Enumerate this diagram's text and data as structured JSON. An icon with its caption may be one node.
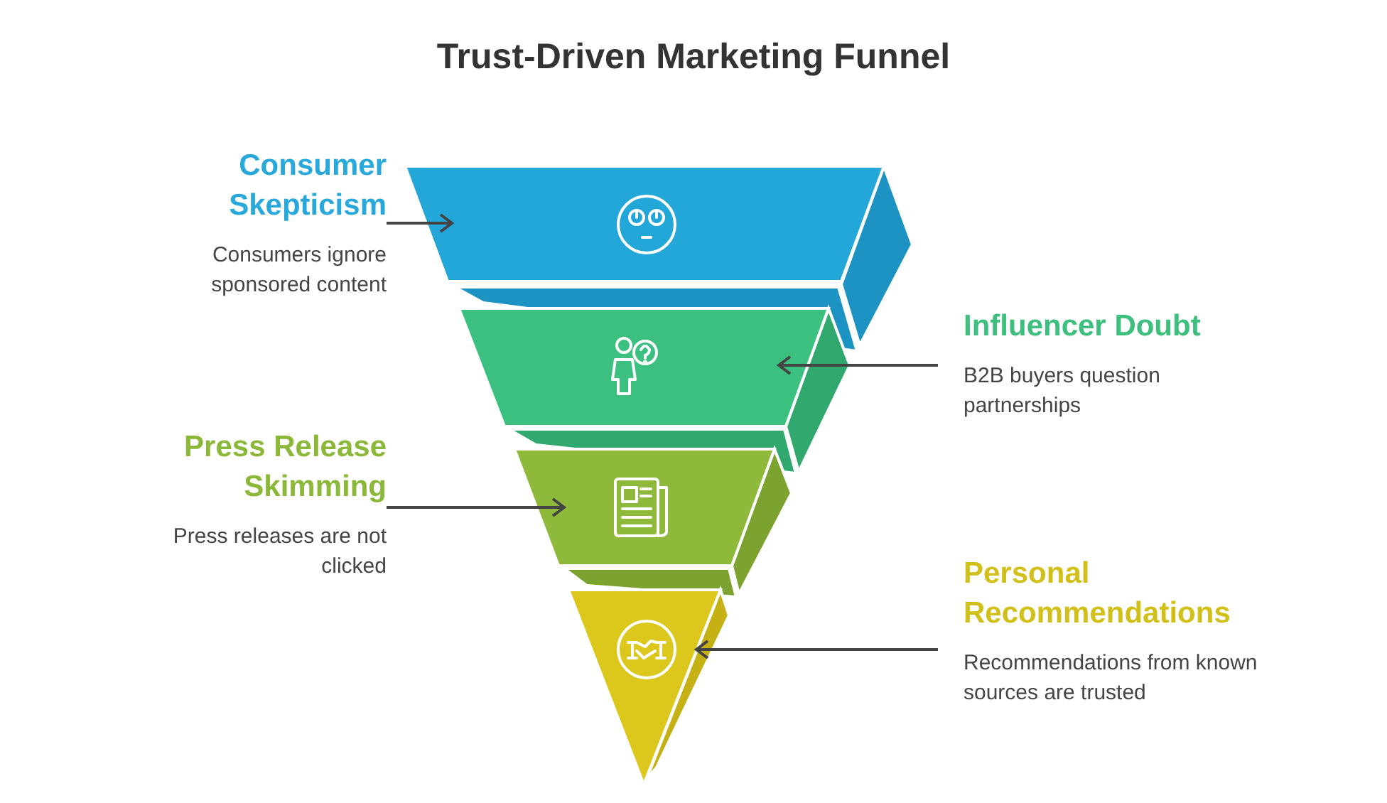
{
  "diagram": {
    "title": "Trust-Driven Marketing Funnel",
    "nodes": [
      {
        "text": [
          "Consumer Skepticism",
          "Consumers ignore sponsored content"
        ]
      },
      {
        "text": [
          "Influencer Doubt",
          "B2B buyers question partnerships"
        ]
      },
      {
        "text": [
          "Press Release Skimming",
          "Press releases are not clicked"
        ]
      },
      {
        "text": [
          "Personal Recommendations",
          "Recommendations from known sources are trusted"
        ]
      },
      {
        "text": [],
        "shape": "trapezoid"
      },
      {
        "text": [],
        "shape": "trapezoid"
      },
      {
        "text": [],
        "shape": "trapezoid"
      },
      {
        "text": [],
        "shape": "triangle"
      }
    ],
    "edges": [
      {
        "from": 0,
        "to": 4,
        "arrow": "to"
      },
      {
        "from": 1,
        "to": 5,
        "arrow": "to"
      },
      {
        "from": 2,
        "to": 6,
        "arrow": "to"
      },
      {
        "from": 3,
        "to": 7,
        "arrow": "to"
      }
    ]
  }
}
